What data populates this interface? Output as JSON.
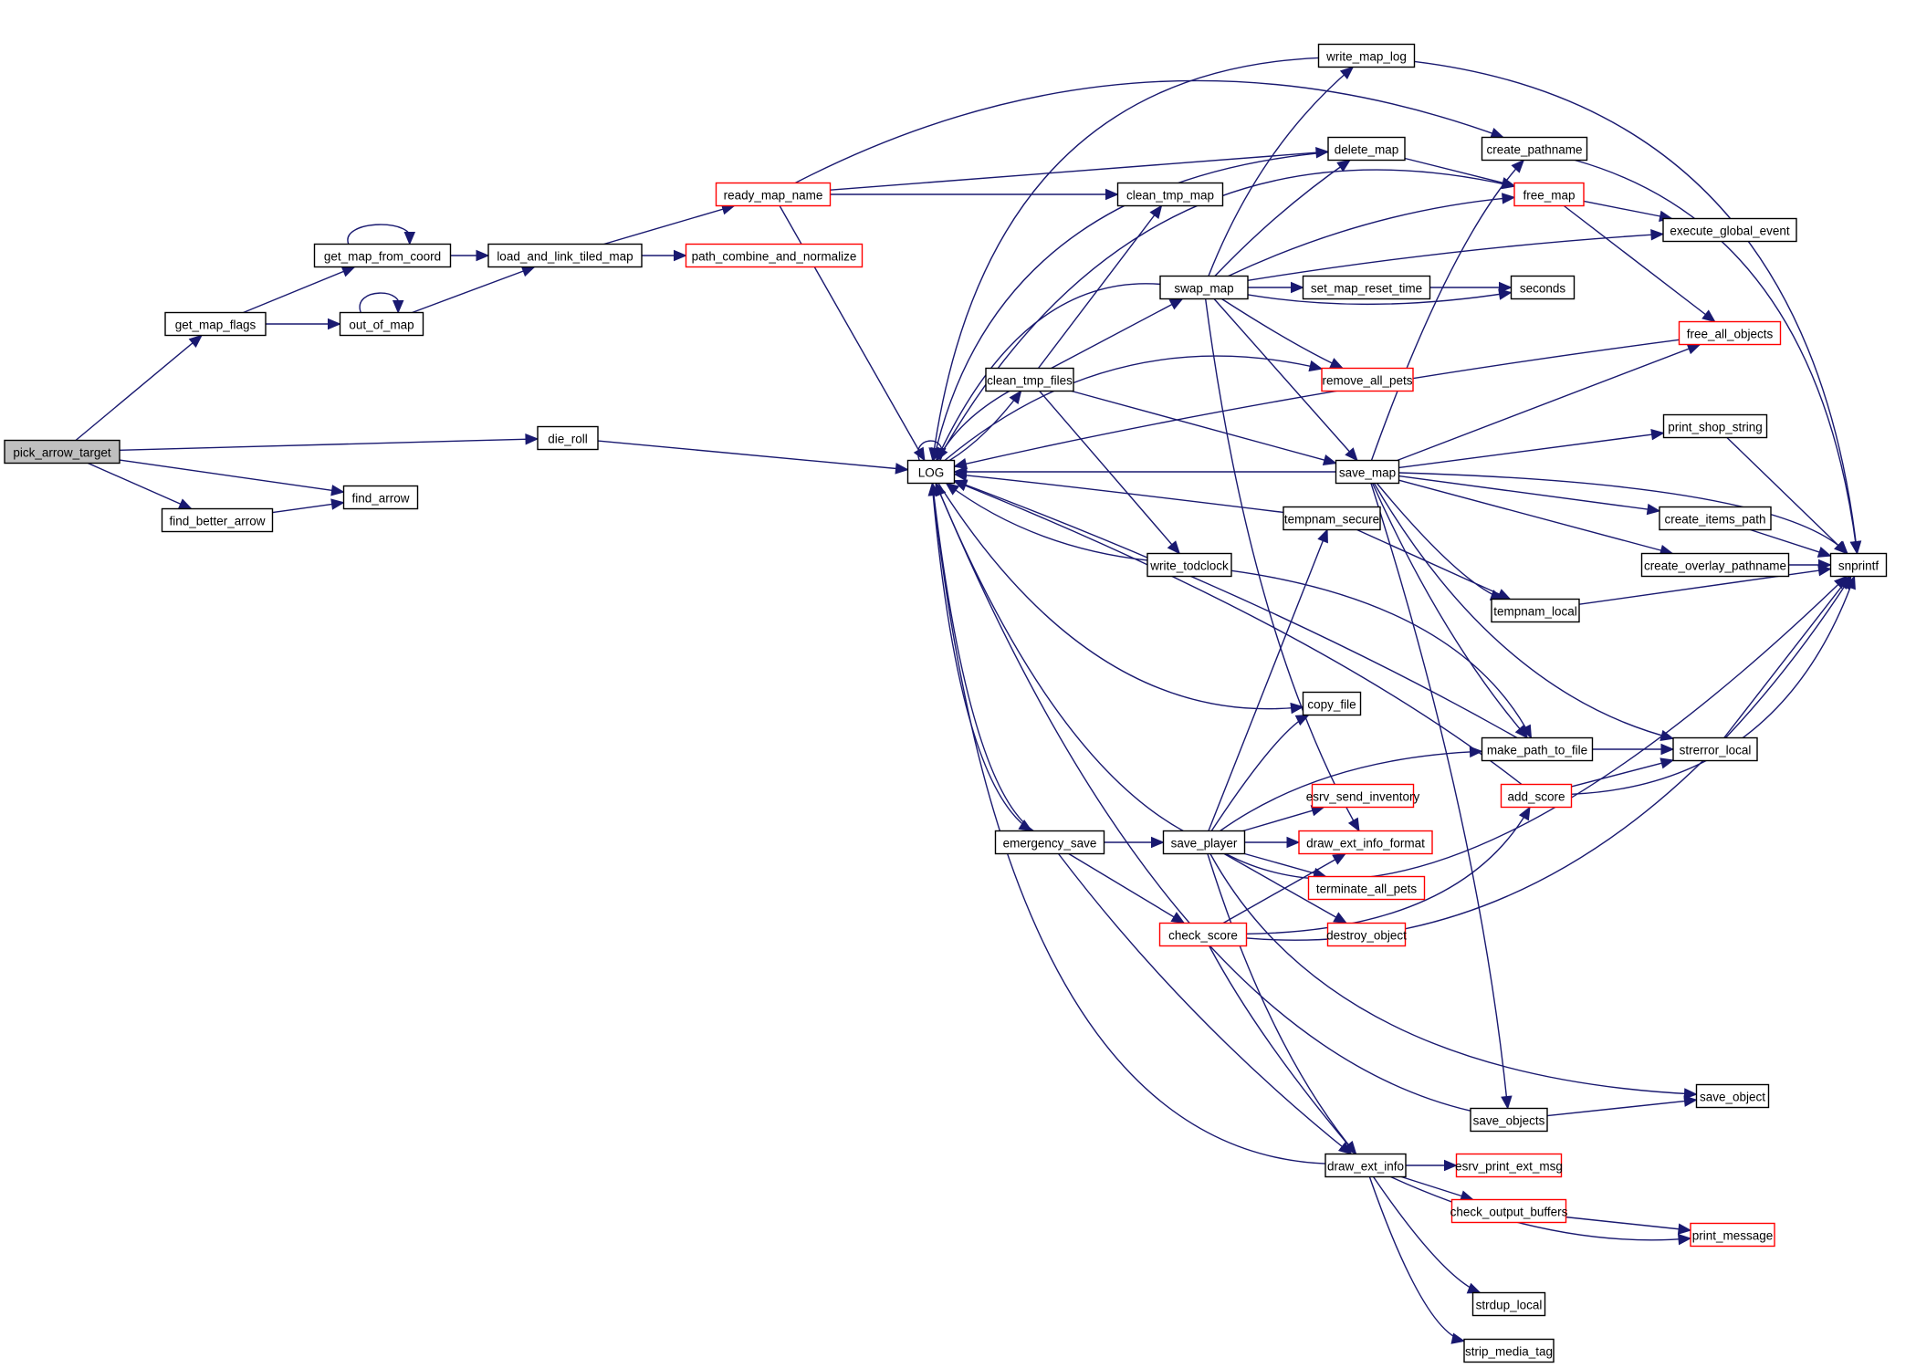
{
  "diagram": {
    "type": "call-graph",
    "colors": {
      "edge": "#191970",
      "node_border": "#000000",
      "truncated_border": "#ff0000",
      "root_fill": "#bfbfbf",
      "node_fill": "#ffffff"
    },
    "root": "pick_arrow_target",
    "nodes": [
      {
        "id": "pick_arrow_target",
        "label": "pick_arrow_target",
        "kind": "root"
      },
      {
        "id": "get_map_flags",
        "label": "get_map_flags",
        "kind": "normal"
      },
      {
        "id": "get_map_from_coord",
        "label": "get_map_from_coord",
        "kind": "normal"
      },
      {
        "id": "out_of_map",
        "label": "out_of_map",
        "kind": "normal"
      },
      {
        "id": "load_and_link_tiled_map",
        "label": "load_and_link_tiled_map",
        "kind": "normal"
      },
      {
        "id": "path_combine_and_normalize",
        "label": "path_combine_and_normalize",
        "kind": "truncated"
      },
      {
        "id": "ready_map_name",
        "label": "ready_map_name",
        "kind": "truncated"
      },
      {
        "id": "die_roll",
        "label": "die_roll",
        "kind": "normal"
      },
      {
        "id": "find_arrow",
        "label": "find_arrow",
        "kind": "normal"
      },
      {
        "id": "find_better_arrow",
        "label": "find_better_arrow",
        "kind": "normal"
      },
      {
        "id": "LOG",
        "label": "LOG",
        "kind": "normal"
      },
      {
        "id": "clean_tmp_map",
        "label": "clean_tmp_map",
        "kind": "normal"
      },
      {
        "id": "write_map_log",
        "label": "write_map_log",
        "kind": "normal"
      },
      {
        "id": "delete_map",
        "label": "delete_map",
        "kind": "normal"
      },
      {
        "id": "create_pathname",
        "label": "create_pathname",
        "kind": "normal"
      },
      {
        "id": "free_map",
        "label": "free_map",
        "kind": "truncated"
      },
      {
        "id": "execute_global_event",
        "label": "execute_global_event",
        "kind": "normal"
      },
      {
        "id": "swap_map",
        "label": "swap_map",
        "kind": "normal"
      },
      {
        "id": "set_map_reset_time",
        "label": "set_map_reset_time",
        "kind": "normal"
      },
      {
        "id": "seconds",
        "label": "seconds",
        "kind": "normal"
      },
      {
        "id": "free_all_objects",
        "label": "free_all_objects",
        "kind": "truncated"
      },
      {
        "id": "remove_all_pets",
        "label": "remove_all_pets",
        "kind": "truncated"
      },
      {
        "id": "clean_tmp_files",
        "label": "clean_tmp_files",
        "kind": "normal"
      },
      {
        "id": "save_map",
        "label": "save_map",
        "kind": "normal"
      },
      {
        "id": "print_shop_string",
        "label": "print_shop_string",
        "kind": "normal"
      },
      {
        "id": "create_items_path",
        "label": "create_items_path",
        "kind": "normal"
      },
      {
        "id": "create_overlay_pathname",
        "label": "create_overlay_pathname",
        "kind": "normal"
      },
      {
        "id": "snprintf",
        "label": "snprintf",
        "kind": "normal"
      },
      {
        "id": "tempnam_secure",
        "label": "tempnam_secure",
        "kind": "normal"
      },
      {
        "id": "write_todclock",
        "label": "write_todclock",
        "kind": "normal"
      },
      {
        "id": "tempnam_local",
        "label": "tempnam_local",
        "kind": "normal"
      },
      {
        "id": "copy_file",
        "label": "copy_file",
        "kind": "normal"
      },
      {
        "id": "make_path_to_file",
        "label": "make_path_to_file",
        "kind": "normal"
      },
      {
        "id": "strerror_local",
        "label": "strerror_local",
        "kind": "normal"
      },
      {
        "id": "add_score",
        "label": "add_score",
        "kind": "truncated"
      },
      {
        "id": "esrv_send_inventory",
        "label": "esrv_send_inventory",
        "kind": "truncated"
      },
      {
        "id": "emergency_save",
        "label": "emergency_save",
        "kind": "normal"
      },
      {
        "id": "save_player",
        "label": "save_player",
        "kind": "normal"
      },
      {
        "id": "draw_ext_info_format",
        "label": "draw_ext_info_format",
        "kind": "truncated"
      },
      {
        "id": "terminate_all_pets",
        "label": "terminate_all_pets",
        "kind": "truncated"
      },
      {
        "id": "check_score",
        "label": "check_score",
        "kind": "truncated"
      },
      {
        "id": "destroy_object",
        "label": "destroy_object",
        "kind": "truncated"
      },
      {
        "id": "save_object",
        "label": "save_object",
        "kind": "normal"
      },
      {
        "id": "save_objects",
        "label": "save_objects",
        "kind": "normal"
      },
      {
        "id": "draw_ext_info",
        "label": "draw_ext_info",
        "kind": "normal"
      },
      {
        "id": "esrv_print_ext_msg",
        "label": "esrv_print_ext_msg",
        "kind": "truncated"
      },
      {
        "id": "check_output_buffers",
        "label": "check_output_buffers",
        "kind": "truncated"
      },
      {
        "id": "print_message",
        "label": "print_message",
        "kind": "truncated"
      },
      {
        "id": "strdup_local",
        "label": "strdup_local",
        "kind": "normal"
      },
      {
        "id": "strip_media_tag",
        "label": "strip_media_tag",
        "kind": "normal"
      }
    ],
    "edges": [
      [
        "pick_arrow_target",
        "get_map_flags"
      ],
      [
        "pick_arrow_target",
        "die_roll"
      ],
      [
        "pick_arrow_target",
        "find_arrow"
      ],
      [
        "pick_arrow_target",
        "find_better_arrow"
      ],
      [
        "find_better_arrow",
        "find_arrow"
      ],
      [
        "get_map_flags",
        "get_map_from_coord"
      ],
      [
        "get_map_flags",
        "out_of_map"
      ],
      [
        "get_map_from_coord",
        "get_map_from_coord"
      ],
      [
        "get_map_from_coord",
        "load_and_link_tiled_map"
      ],
      [
        "out_of_map",
        "out_of_map"
      ],
      [
        "out_of_map",
        "load_and_link_tiled_map"
      ],
      [
        "load_and_link_tiled_map",
        "ready_map_name"
      ],
      [
        "load_and_link_tiled_map",
        "path_combine_and_normalize"
      ],
      [
        "ready_map_name",
        "create_pathname"
      ],
      [
        "ready_map_name",
        "delete_map"
      ],
      [
        "ready_map_name",
        "clean_tmp_map"
      ],
      [
        "ready_map_name",
        "LOG"
      ],
      [
        "die_roll",
        "LOG"
      ],
      [
        "LOG",
        "LOG"
      ],
      [
        "write_map_log",
        "LOG"
      ],
      [
        "write_map_log",
        "snprintf"
      ],
      [
        "delete_map",
        "LOG"
      ],
      [
        "delete_map",
        "free_map"
      ],
      [
        "create_pathname",
        "snprintf"
      ],
      [
        "free_map",
        "execute_global_event"
      ],
      [
        "free_map",
        "free_all_objects"
      ],
      [
        "free_all_objects",
        "LOG"
      ],
      [
        "swap_map",
        "LOG"
      ],
      [
        "swap_map",
        "write_map_log"
      ],
      [
        "swap_map",
        "delete_map"
      ],
      [
        "swap_map",
        "free_map"
      ],
      [
        "swap_map",
        "execute_global_event"
      ],
      [
        "swap_map",
        "set_map_reset_time"
      ],
      [
        "swap_map",
        "seconds"
      ],
      [
        "swap_map",
        "remove_all_pets"
      ],
      [
        "swap_map",
        "save_map"
      ],
      [
        "swap_map",
        "draw_ext_info_format"
      ],
      [
        "set_map_reset_time",
        "seconds"
      ],
      [
        "clean_tmp_files",
        "LOG"
      ],
      [
        "LOG",
        "clean_tmp_files"
      ],
      [
        "clean_tmp_files",
        "clean_tmp_map"
      ],
      [
        "clean_tmp_files",
        "swap_map"
      ],
      [
        "clean_tmp_files",
        "save_map"
      ],
      [
        "clean_tmp_files",
        "write_todclock"
      ],
      [
        "LOG",
        "remove_all_pets"
      ],
      [
        "LOG",
        "free_map"
      ],
      [
        "save_map",
        "LOG"
      ],
      [
        "save_map",
        "create_pathname"
      ],
      [
        "save_map",
        "free_all_objects"
      ],
      [
        "save_map",
        "print_shop_string"
      ],
      [
        "save_map",
        "snprintf"
      ],
      [
        "save_map",
        "create_items_path"
      ],
      [
        "save_map",
        "create_overlay_pathname"
      ],
      [
        "save_map",
        "tempnam_local"
      ],
      [
        "save_map",
        "make_path_to_file"
      ],
      [
        "save_map",
        "strerror_local"
      ],
      [
        "save_map",
        "save_objects"
      ],
      [
        "print_shop_string",
        "snprintf"
      ],
      [
        "create_items_path",
        "snprintf"
      ],
      [
        "create_overlay_pathname",
        "snprintf"
      ],
      [
        "tempnam_local",
        "snprintf"
      ],
      [
        "tempnam_secure",
        "LOG"
      ],
      [
        "tempnam_secure",
        "tempnam_local"
      ],
      [
        "write_todclock",
        "LOG"
      ],
      [
        "write_todclock",
        "make_path_to_file"
      ],
      [
        "make_path_to_file",
        "LOG"
      ],
      [
        "make_path_to_file",
        "strerror_local"
      ],
      [
        "strerror_local",
        "snprintf"
      ],
      [
        "add_score",
        "LOG"
      ],
      [
        "add_score",
        "strerror_local"
      ],
      [
        "add_score",
        "snprintf"
      ],
      [
        "LOG",
        "copy_file"
      ],
      [
        "LOG",
        "emergency_save"
      ],
      [
        "emergency_save",
        "LOG"
      ],
      [
        "emergency_save",
        "save_player"
      ],
      [
        "emergency_save",
        "check_score"
      ],
      [
        "emergency_save",
        "draw_ext_info"
      ],
      [
        "save_player",
        "LOG"
      ],
      [
        "save_player",
        "tempnam_secure"
      ],
      [
        "save_player",
        "copy_file"
      ],
      [
        "save_player",
        "make_path_to_file"
      ],
      [
        "save_player",
        "esrv_send_inventory"
      ],
      [
        "save_player",
        "draw_ext_info_format"
      ],
      [
        "save_player",
        "terminate_all_pets"
      ],
      [
        "save_player",
        "destroy_object"
      ],
      [
        "save_player",
        "save_object"
      ],
      [
        "save_player",
        "snprintf"
      ],
      [
        "save_player",
        "draw_ext_info"
      ],
      [
        "check_score",
        "draw_ext_info_format"
      ],
      [
        "check_score",
        "add_score"
      ],
      [
        "check_score",
        "draw_ext_info"
      ],
      [
        "check_score",
        "snprintf"
      ],
      [
        "save_objects",
        "LOG"
      ],
      [
        "save_objects",
        "save_object"
      ],
      [
        "draw_ext_info",
        "LOG"
      ],
      [
        "draw_ext_info",
        "esrv_print_ext_msg"
      ],
      [
        "draw_ext_info",
        "check_output_buffers"
      ],
      [
        "draw_ext_info",
        "print_message"
      ],
      [
        "draw_ext_info",
        "strdup_local"
      ],
      [
        "draw_ext_info",
        "strip_media_tag"
      ],
      [
        "check_output_buffers",
        "print_message"
      ]
    ]
  }
}
